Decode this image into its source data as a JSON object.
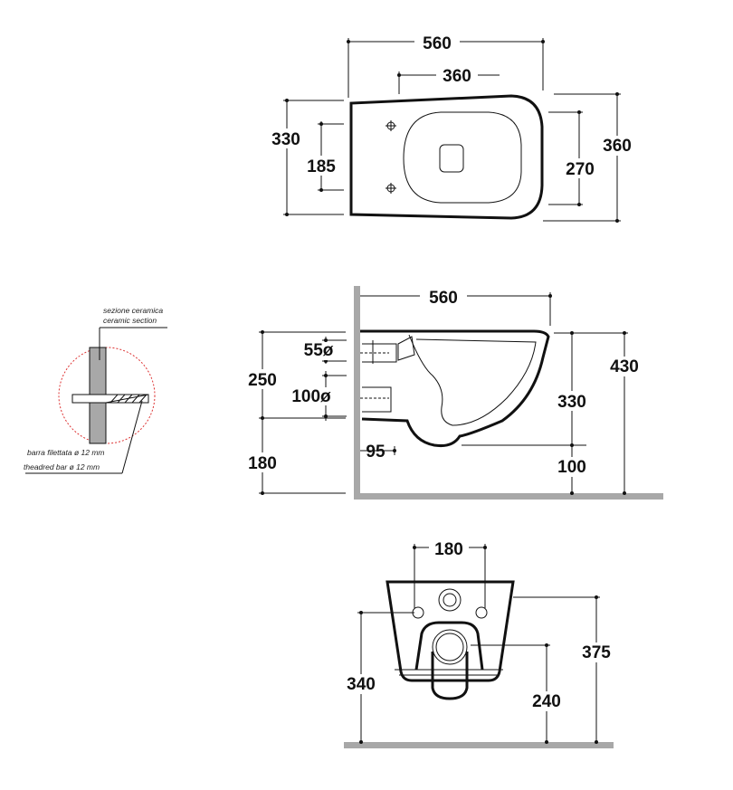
{
  "top_view": {
    "overall_length": "560",
    "hole_to_front": "360",
    "rear_width": "330",
    "fixing_spacing": "185",
    "seat_width": "270",
    "front_width": "360"
  },
  "side_view": {
    "length": "560",
    "inlet_diameter": "55ø",
    "outlet_diameter": "100ø",
    "inlet_height_above_outlet": "250",
    "outlet_height": "180",
    "outlet_offset": "95",
    "rim_height_from_outlet": "330",
    "clearance": "100",
    "rim_height": "430"
  },
  "detail": {
    "label_it": "sezione ceramica",
    "label_en": "ceramic section",
    "bar_it": "barra filettata ø 12 mm",
    "bar_en": "theadred bar ø 12 mm"
  },
  "rear_view": {
    "fixing_spacing": "180",
    "fixing_height": "340",
    "outlet_height": "240",
    "top_height": "375"
  },
  "colors": {
    "wall": "#a8a8a8",
    "line": "#111111",
    "detail_circle": "#dd3333"
  }
}
